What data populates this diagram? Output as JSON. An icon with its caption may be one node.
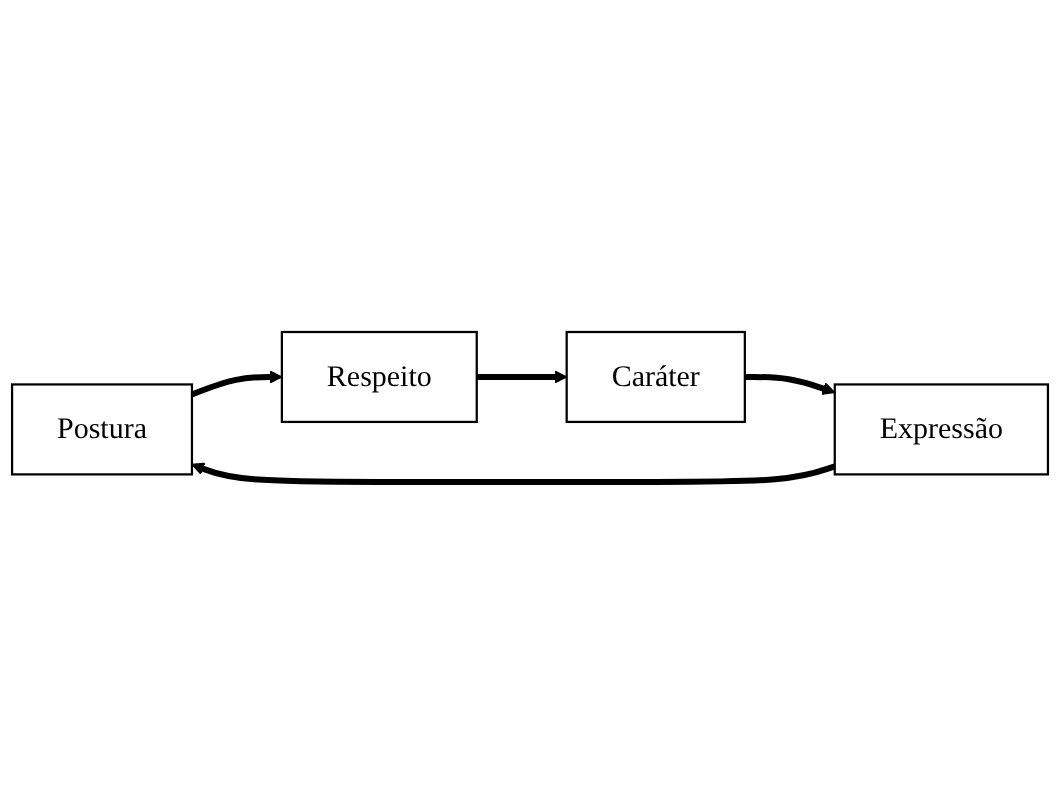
{
  "diagram": {
    "nodes": [
      {
        "text": [
          "Postura"
        ]
      },
      {
        "text": [
          "Respeito"
        ]
      },
      {
        "text": [
          "Caráter"
        ]
      },
      {
        "text": [
          "Expressão"
        ]
      }
    ],
    "edges": [
      {
        "from": 0,
        "to": 1,
        "arrow": "to"
      },
      {
        "from": 1,
        "to": 2,
        "arrow": "to"
      },
      {
        "from": 2,
        "to": 3,
        "arrow": "to"
      },
      {
        "from": 3,
        "to": 0,
        "arrow": "to"
      }
    ]
  }
}
